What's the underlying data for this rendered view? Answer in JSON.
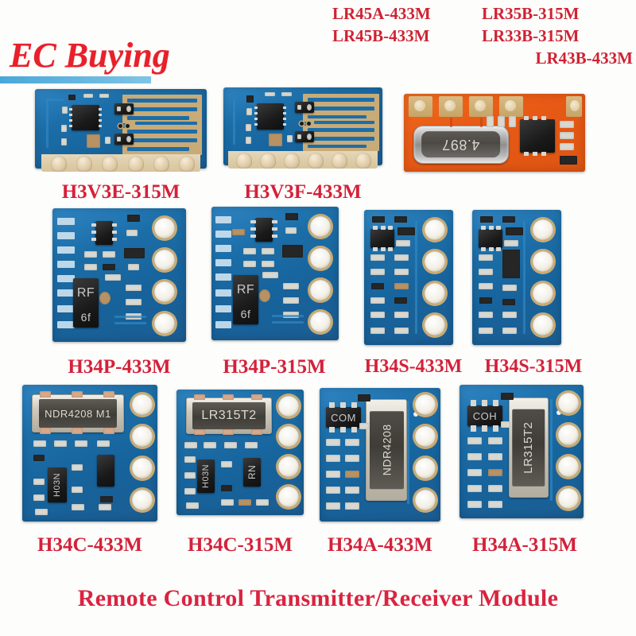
{
  "brand": {
    "logo_text": "EC Buying"
  },
  "top_codes": {
    "row1": [
      "LR45A-433M",
      "LR35B-315M"
    ],
    "row2": [
      "LR45B-433M",
      "LR33B-315M"
    ],
    "row3": [
      "LR43B-433M"
    ]
  },
  "footer": {
    "title": "Remote Control Transmitter/Receiver Module"
  },
  "colors": {
    "brand_red": "#e8202a",
    "caption_red": "#d4213a",
    "pcb_blue": "#1c6ea8",
    "pcb_orange": "#e85a16",
    "gold_pad": "#d8bb84",
    "ic_black": "#1a1a1a"
  },
  "rows": [
    {
      "row_id": "row-1",
      "boards": [
        {
          "id": "h3v3e-315m",
          "caption": "H3V3E-315M",
          "pcb_color": "blue",
          "form": "antenna-module",
          "markings": []
        },
        {
          "id": "h3v3f-433m",
          "caption": "H3V3F-433M",
          "pcb_color": "blue",
          "form": "antenna-module",
          "markings": []
        },
        {
          "id": "lr-receiver-orange",
          "caption": "",
          "pcb_color": "orange",
          "form": "superhet-receiver",
          "markings": [
            "4.897"
          ]
        }
      ]
    },
    {
      "row_id": "row-2",
      "boards": [
        {
          "id": "h34p-433m",
          "caption": "H34P-433M",
          "pcb_color": "blue",
          "form": "square-4hole",
          "markings": [
            "RF",
            "6f"
          ]
        },
        {
          "id": "h34p-315m",
          "caption": "H34P-315M",
          "pcb_color": "blue",
          "form": "square-4hole",
          "markings": [
            "RF",
            "6f"
          ]
        },
        {
          "id": "h34s-433m",
          "caption": "H34S-433M",
          "pcb_color": "blue",
          "form": "narrow-4hole",
          "markings": []
        },
        {
          "id": "h34s-315m",
          "caption": "H34S-315M",
          "pcb_color": "blue",
          "form": "narrow-4hole",
          "markings": []
        }
      ]
    },
    {
      "row_id": "row-3",
      "boards": [
        {
          "id": "h34c-433m",
          "caption": "H34C-433M",
          "pcb_color": "blue",
          "form": "resonator-horizontal",
          "markings": [
            "NDR4208 M1",
            "H03N"
          ]
        },
        {
          "id": "h34c-315m",
          "caption": "H34C-315M",
          "pcb_color": "blue",
          "form": "resonator-horizontal",
          "markings": [
            "LR315T2",
            "H03N",
            "RN"
          ]
        },
        {
          "id": "h34a-433m",
          "caption": "H34A-433M",
          "pcb_color": "blue",
          "form": "resonator-vertical",
          "markings": [
            "NDR4208",
            "COM"
          ]
        },
        {
          "id": "h34a-315m",
          "caption": "H34A-315M",
          "pcb_color": "blue",
          "form": "resonator-vertical",
          "markings": [
            "LR315T2",
            "COH"
          ]
        }
      ]
    }
  ],
  "captions": {
    "h3v3e": "H3V3E-315M",
    "h3v3f": "H3V3F-433M",
    "h34p433": "H34P-433M",
    "h34p315": "H34P-315M",
    "h34s433": "H34S-433M",
    "h34s315": "H34S-315M",
    "h34c433": "H34C-433M",
    "h34c315": "H34C-315M",
    "h34a433": "H34A-433M",
    "h34a315": "H34A-315M"
  },
  "chip_marks": {
    "xtal_4897": "4.897",
    "rf_top": "RF",
    "rf_bottom": "6f",
    "ndr4208_m1": "NDR4208 M1",
    "lr315t2": "LR315T2",
    "h03n": "H03N",
    "rn": "RN",
    "ndr4208": "NDR4208",
    "com": "COM",
    "coh": "COH"
  }
}
